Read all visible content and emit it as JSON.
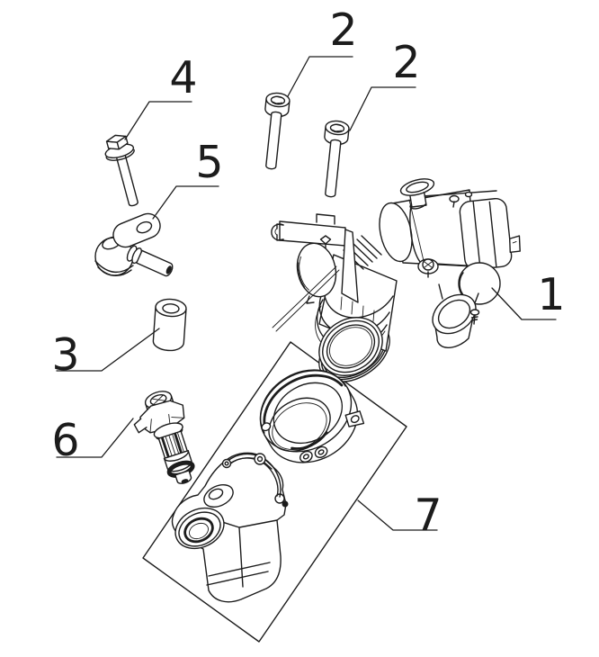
{
  "diagram": {
    "title": "throttle-body-exploded-parts-diagram",
    "style": "black line art on white",
    "line_color": "#1c1c1c",
    "background": "#ffffff",
    "callouts": [
      {
        "number": "1",
        "part": "throttle-body-assembly"
      },
      {
        "number": "2",
        "part": "socket-head-screw-left"
      },
      {
        "number": "2",
        "part": "socket-head-screw-right"
      },
      {
        "number": "3",
        "part": "spacer-sleeve"
      },
      {
        "number": "4",
        "part": "hex-flange-bolt"
      },
      {
        "number": "5",
        "part": "hose-elbow-joint"
      },
      {
        "number": "6",
        "part": "fuel-injector"
      },
      {
        "number": "7",
        "part": "intake-adapter-and-manifold-group"
      }
    ]
  }
}
